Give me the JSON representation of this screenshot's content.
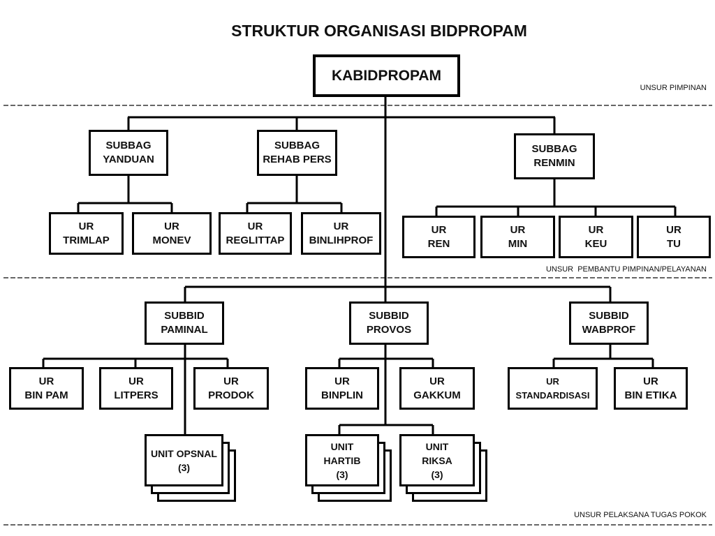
{
  "title": "STRUKTUR ORGANISASI BIDPROPAM",
  "head": "KABIDPROPAM",
  "labels": {
    "pimpinan": "UNSUR PIMPINAN",
    "pembantu": "UNSUR  PEMBANTU PIMPINAN/PELAYANAN",
    "pelaksana": "UNSUR PELAKSANA TUGAS POKOK"
  },
  "subbag": [
    {
      "l1": "SUBBAG",
      "l2": "YANDUAN",
      "ur": [
        {
          "l1": "UR",
          "l2": "TRIMLAP"
        },
        {
          "l1": "UR",
          "l2": "MONEV"
        }
      ]
    },
    {
      "l1": "SUBBAG",
      "l2": "REHAB PERS",
      "ur": [
        {
          "l1": "UR",
          "l2": "REGLITTAP"
        },
        {
          "l1": "UR",
          "l2": "BINLIHPROF"
        }
      ]
    },
    {
      "l1": "SUBBAG",
      "l2": "RENMIN",
      "ur": [
        {
          "l1": "UR",
          "l2": "REN"
        },
        {
          "l1": "UR",
          "l2": "MIN"
        },
        {
          "l1": "UR",
          "l2": "KEU"
        },
        {
          "l1": "UR",
          "l2": "TU"
        }
      ]
    }
  ],
  "subbid": [
    {
      "l1": "SUBBID",
      "l2": "PAMINAL",
      "ur": [
        {
          "l1": "UR",
          "l2": "BIN PAM"
        },
        {
          "l1": "UR",
          "l2": "LITPERS"
        },
        {
          "l1": "UR",
          "l2": "PRODOK"
        }
      ],
      "units": [
        {
          "lines": [
            "UNIT OPSNAL",
            "(3)"
          ]
        }
      ]
    },
    {
      "l1": "SUBBID",
      "l2": "PROVOS",
      "ur": [
        {
          "l1": "UR",
          "l2": "BINPLIN"
        },
        {
          "l1": "UR",
          "l2": "GAKKUM"
        }
      ],
      "units": [
        {
          "lines": [
            "UNIT",
            "HARTIB",
            "(3)"
          ]
        },
        {
          "lines": [
            "UNIT",
            "RIKSA",
            "(3)"
          ]
        }
      ]
    },
    {
      "l1": "SUBBID",
      "l2": "WABPROF",
      "ur": [
        {
          "l1": "UR",
          "l2": "STANDARDISASI"
        },
        {
          "l1": "UR",
          "l2": "BIN ETIKA"
        }
      ]
    }
  ]
}
